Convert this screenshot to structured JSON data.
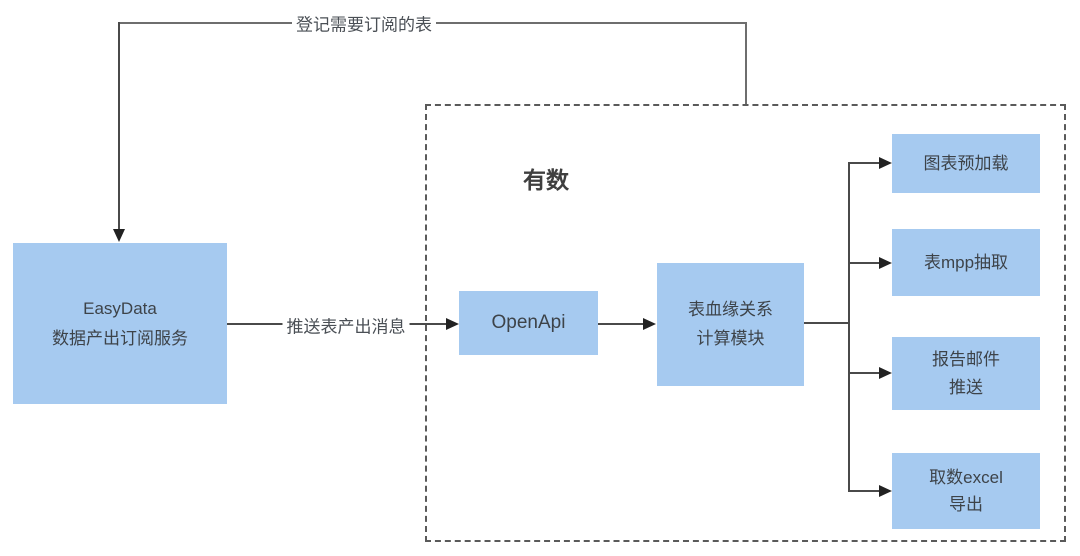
{
  "diagram": {
    "type": "flowchart",
    "edge_labels": {
      "feedback": "登记需要订阅的表",
      "push": "推送表产出消息"
    },
    "container": {
      "title": "有数"
    },
    "nodes": {
      "easydata": {
        "line1": "EasyData",
        "line2": "数据产出订阅服务"
      },
      "openapi": {
        "label": "OpenApi"
      },
      "lineage": {
        "line1": "表血缘关系",
        "line2": "计算模块"
      },
      "chart_preload": {
        "label": "图表预加载"
      },
      "mpp_extract": {
        "label": "表mpp抽取"
      },
      "report_mail": {
        "line1": "报告邮件",
        "line2": "推送"
      },
      "excel_export": {
        "line1": "取数excel",
        "line2": "导出"
      }
    },
    "edges": [
      {
        "from": "youshu-container",
        "to": "easydata",
        "label": "登记需要订阅的表"
      },
      {
        "from": "easydata",
        "to": "openapi",
        "label": "推送表产出消息"
      },
      {
        "from": "openapi",
        "to": "lineage",
        "label": ""
      },
      {
        "from": "lineage",
        "to": "chart_preload",
        "label": ""
      },
      {
        "from": "lineage",
        "to": "mpp_extract",
        "label": ""
      },
      {
        "from": "lineage",
        "to": "report_mail",
        "label": ""
      },
      {
        "from": "lineage",
        "to": "excel_export",
        "label": ""
      }
    ],
    "colors": {
      "node_fill": "#a6caf0",
      "text": "#3d4349",
      "flow_line": "#4a4a4a",
      "feedback_line": "#6e6e6e",
      "arrowhead": "#222222",
      "dashed_border": "#5a5a5a",
      "background": "#ffffff"
    }
  }
}
